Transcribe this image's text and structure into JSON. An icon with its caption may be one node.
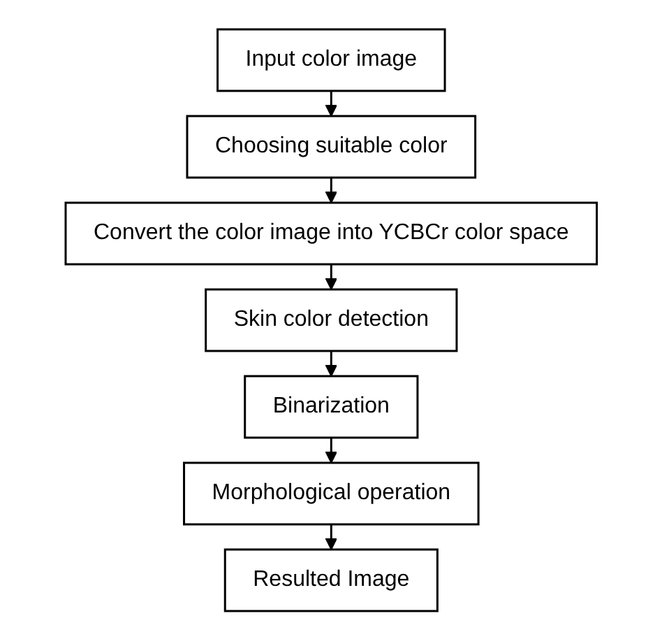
{
  "diagram": {
    "nodes": [
      {
        "text": [
          "Input color image"
        ]
      },
      {
        "text": [
          "Choosing suitable color"
        ]
      },
      {
        "text": [
          "Convert the color image into YCBCr color space"
        ]
      },
      {
        "text": [
          "Skin color detection"
        ]
      },
      {
        "text": [
          "Binarization"
        ]
      },
      {
        "text": [
          "Morphological operation"
        ]
      },
      {
        "text": [
          "Resulted Image"
        ]
      }
    ],
    "edges": [
      {
        "from": 0,
        "to": 1,
        "arrow": "to"
      },
      {
        "from": 1,
        "to": 2,
        "arrow": "to"
      },
      {
        "from": 2,
        "to": 3,
        "arrow": "to"
      },
      {
        "from": 3,
        "to": 4,
        "arrow": "to"
      },
      {
        "from": 4,
        "to": 5,
        "arrow": "to"
      },
      {
        "from": 5,
        "to": 6,
        "arrow": "to"
      }
    ]
  }
}
